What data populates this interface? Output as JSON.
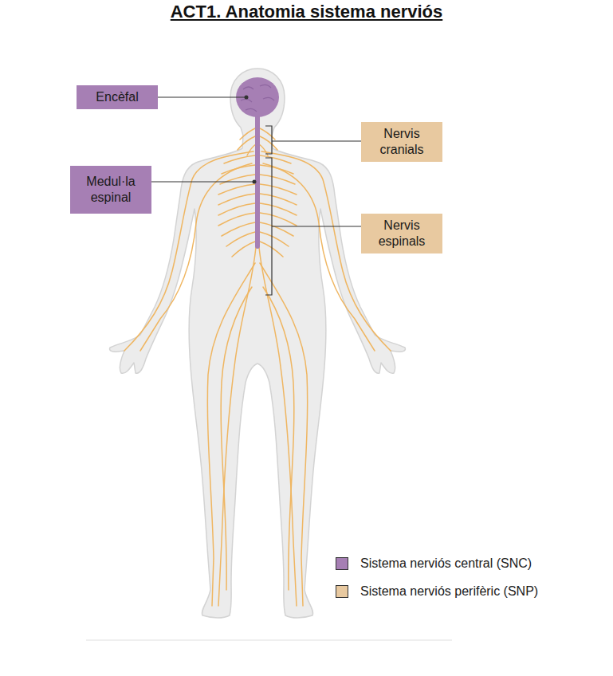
{
  "diagram": {
    "title": "ACT1. Anatomia sistema nerviós",
    "nodes": [
      {
        "text": [
          "Encèfal"
        ]
      },
      {
        "text": [
          "Nervis cranials"
        ]
      },
      {
        "text": [
          "Medul·la espinal"
        ]
      },
      {
        "text": [
          "Nervis espinals"
        ]
      }
    ],
    "legend": [
      {
        "text": "Sistema nerviós central (SNC)",
        "color": "#a67fb4"
      },
      {
        "text": "Sistema nerviós perifèric (SNP)",
        "color": "#e8c9a0"
      }
    ]
  }
}
